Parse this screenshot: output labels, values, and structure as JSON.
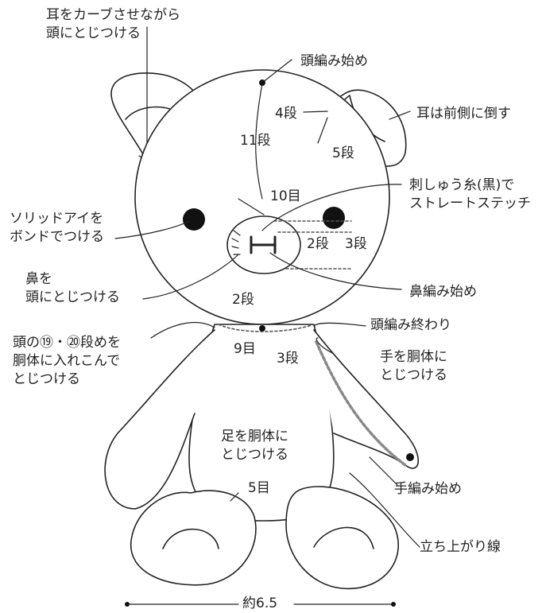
{
  "labels": {
    "ear_attach": "耳をカーブさせながら\n頭にとじつける",
    "head_start": "頭編み始め",
    "head_4": "4段",
    "ear_fold": "耳は前側に倒す",
    "head_11": "11段",
    "head_5": "5段",
    "head_10": "10目",
    "embroidery": "刺しゅう糸(黒)で\nストレートステッチ",
    "eyes": "ソリッドアイを\nボンドでつける",
    "nose_2": "2段",
    "nose_3": "3段",
    "nose_attach": "鼻を\n頭にとじつける",
    "nose_start": "鼻編み始め",
    "neck_2": "2段",
    "head_end": "頭編み終わり",
    "head_rows": "頭の⑲・⑳段めを\n胴体に入れこんで\nとじつける",
    "neck_9": "9目",
    "neck_3": "3段",
    "arm_attach": "手を胴体に\nとじつける",
    "leg_attach": "足を胴体に\nとじつける",
    "arm_start": "手編み始め",
    "leg_5": "5目",
    "rise_line": "立ち上がり線",
    "width": "約6.5"
  },
  "colors": {
    "line": "#222222",
    "dashed_stitch": "#555555",
    "arm_chain": "#888888"
  }
}
